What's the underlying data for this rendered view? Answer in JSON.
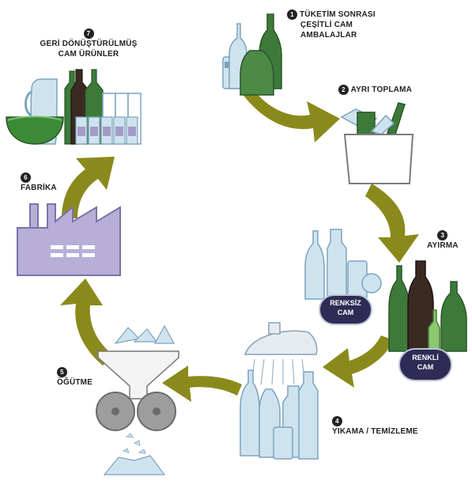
{
  "steps": [
    {
      "num": "1",
      "lines": [
        "TÜKETİM SONRASI",
        "ÇEŞİTLİ CAM",
        "AMBALAJLAR"
      ]
    },
    {
      "num": "2",
      "lines": [
        "AYRI TOPLAMA"
      ]
    },
    {
      "num": "3",
      "lines": [
        "AYIRMA"
      ]
    },
    {
      "num": "4",
      "lines": [
        "YIKAMA / TEMİZLEME"
      ]
    },
    {
      "num": "5",
      "lines": [
        "ÖĞÜTME"
      ]
    },
    {
      "num": "6",
      "lines": [
        "FABRİKA"
      ]
    },
    {
      "num": "7",
      "lines": [
        "GERİ DÖNÜŞTÜRÜLMÜŞ",
        "CAM ÜRÜNLER"
      ]
    }
  ],
  "tags": {
    "colorless": [
      "RENKSİZ",
      "CAM"
    ],
    "colored": [
      "RENKLİ",
      "CAM"
    ]
  },
  "colors": {
    "arrow": "#8a8a1c",
    "glass_light": "#cfe3ef",
    "glass_green": "#3d7a3a",
    "glass_dark": "#3a2a22",
    "factory": "#b7afd8",
    "pill": "#2e2b55"
  }
}
